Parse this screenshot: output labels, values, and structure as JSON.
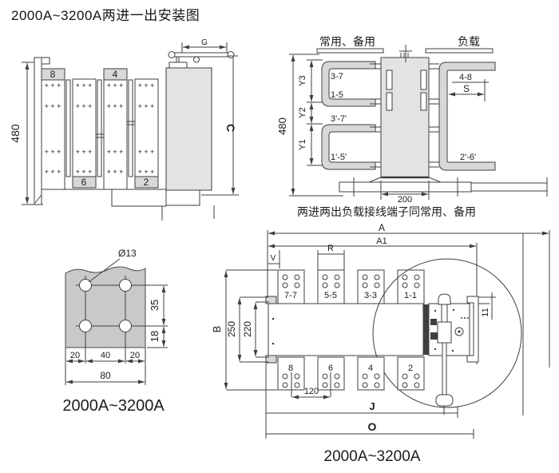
{
  "title": "2000A~3200A两进一出安装图",
  "side_view": {
    "dim_height": "480",
    "dim_g": "G",
    "dim_c": "C",
    "plus_marks": "+ + +",
    "terminal_labels": {
      "bar1_top": "8",
      "bar3_top": "4",
      "bar2_bottom": "6",
      "bar4_bottom": "2"
    }
  },
  "terminal_view": {
    "header_common": "常用、备用",
    "header_load": "负载",
    "dim_height": "480",
    "dim_y3": "Y3",
    "dim_y2": "Y2",
    "dim_y1": "Y1",
    "dim_s": "S",
    "dim_base": "200",
    "labels": {
      "upper_top": "3-7",
      "upper_bottom": "1-5",
      "lower_top": "3'-7'",
      "lower_bottom": "1'-5'",
      "right_top": "4-8",
      "right_bottom": "2'-6'"
    },
    "note": "两进两出负载接线端子同常用、备用"
  },
  "drill_view": {
    "hole_diameter": "Ø13",
    "dim_row_gap": "35",
    "dim_edge_gap": "18",
    "dim_left": "20",
    "dim_center": "40",
    "dim_right": "20",
    "dim_total": "80",
    "caption": "2000A~3200A"
  },
  "top_view": {
    "dim_a": "A",
    "dim_a1": "A1",
    "dim_v": "V",
    "dim_r": "R",
    "dim_b": "B",
    "dim_outer": "250",
    "dim_inner": "220",
    "dim_gap": "11",
    "dim_pitch": "120",
    "dim_j": "J",
    "dim_o": "O",
    "top_terminals": [
      "7-7",
      "5-5",
      "3-3",
      "1-1"
    ],
    "bottom_terminals": [
      "8",
      "6",
      "4",
      "2"
    ],
    "caption": "2000A~3200A"
  }
}
